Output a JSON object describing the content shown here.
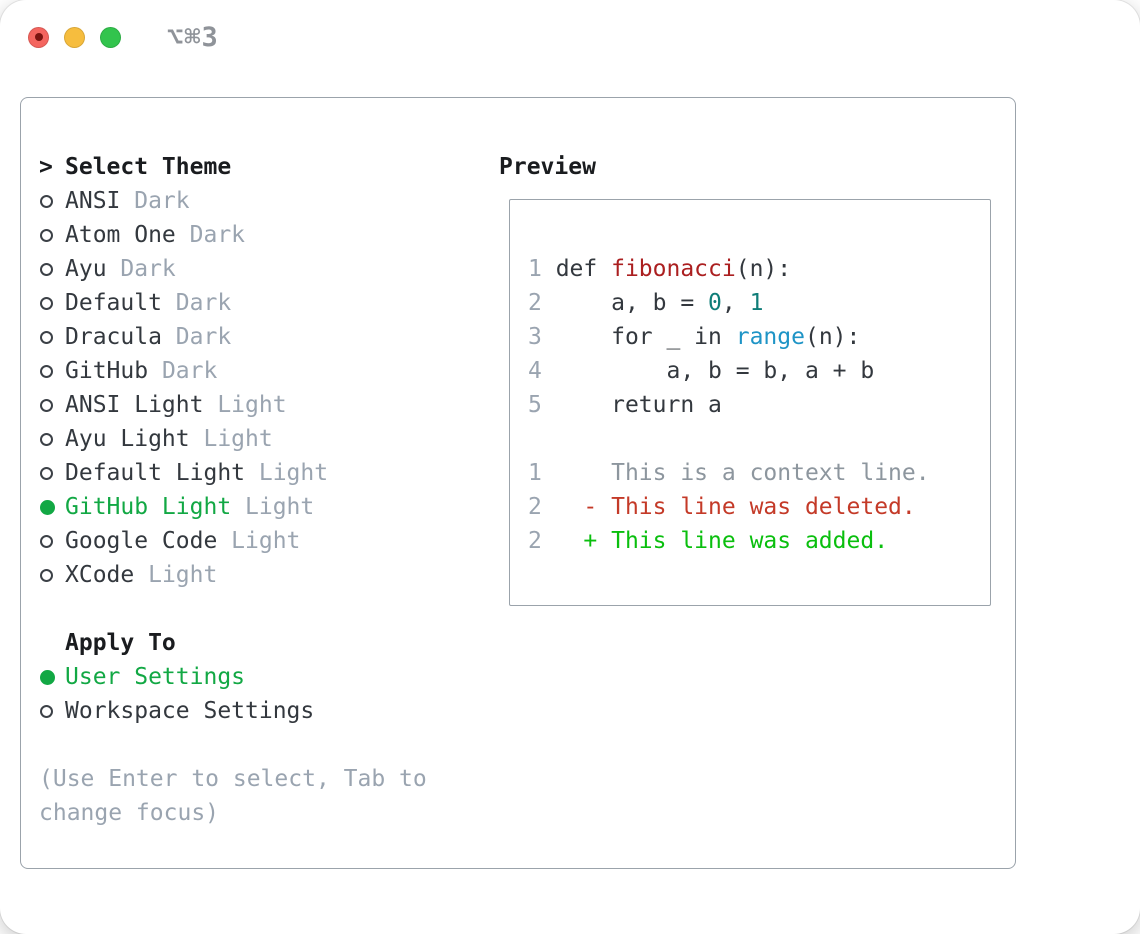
{
  "colors": {
    "accent_green": "#12a844",
    "diff_deleted": "#c43a28",
    "diff_added": "#0abf0e",
    "func_red": "#ab1f20",
    "number_teal": "#0f7d78",
    "builtin_blue": "#1e94c6",
    "muted_gray": "#9aa4b0",
    "context_gray": "#8d969e",
    "text_dark": "#33383e",
    "text_black": "#1a1c1f",
    "border_gray": "#9ba3ab",
    "titlebar_gray": "#8f9399",
    "tl_red": "#f4655f",
    "tl_red_dot": "#7b1410",
    "tl_yellow": "#f6bd3e",
    "tl_green": "#32c44d"
  },
  "window": {
    "shortcut": "⌥⌘3",
    "traffic_lights": [
      "close",
      "minimize",
      "zoom"
    ]
  },
  "theme_panel": {
    "header": {
      "prefix": ">",
      "label": "Select Theme"
    },
    "themes": [
      {
        "name": "ANSI",
        "variant": "Dark",
        "selected": false
      },
      {
        "name": "Atom One",
        "variant": "Dark",
        "selected": false
      },
      {
        "name": "Ayu",
        "variant": "Dark",
        "selected": false
      },
      {
        "name": "Default",
        "variant": "Dark",
        "selected": false
      },
      {
        "name": "Dracula",
        "variant": "Dark",
        "selected": false
      },
      {
        "name": "GitHub",
        "variant": "Dark",
        "selected": false
      },
      {
        "name": "ANSI Light",
        "variant": "Light",
        "selected": false
      },
      {
        "name": "Ayu Light",
        "variant": "Light",
        "selected": false
      },
      {
        "name": "Default Light",
        "variant": "Light",
        "selected": false
      },
      {
        "name": "GitHub Light",
        "variant": "Light",
        "selected": true
      },
      {
        "name": "Google Code",
        "variant": "Light",
        "selected": false
      },
      {
        "name": "XCode",
        "variant": "Light",
        "selected": false
      }
    ],
    "apply_to": {
      "label": "Apply To",
      "options": [
        {
          "name": "User Settings",
          "selected": true
        },
        {
          "name": "Workspace Settings",
          "selected": false
        }
      ]
    },
    "hint_line1": "(Use Enter to select, Tab to",
    "hint_line2": "change focus)"
  },
  "preview": {
    "label": "Preview",
    "code_lines": [
      {
        "num": "1",
        "segments": [
          {
            "t": "def ",
            "c": "default"
          },
          {
            "t": "fibonacci",
            "c": "func"
          },
          {
            "t": "(n):",
            "c": "default"
          }
        ]
      },
      {
        "num": "2",
        "segments": [
          {
            "t": "    a, b = ",
            "c": "default"
          },
          {
            "t": "0",
            "c": "number"
          },
          {
            "t": ", ",
            "c": "default"
          },
          {
            "t": "1",
            "c": "number"
          }
        ]
      },
      {
        "num": "3",
        "segments": [
          {
            "t": "    for _ in ",
            "c": "default"
          },
          {
            "t": "range",
            "c": "builtin"
          },
          {
            "t": "(n):",
            "c": "default"
          }
        ]
      },
      {
        "num": "4",
        "segments": [
          {
            "t": "        a, b = b, a + b",
            "c": "default"
          }
        ]
      },
      {
        "num": "5",
        "segments": [
          {
            "t": "    return a",
            "c": "default"
          }
        ]
      },
      {
        "num": "",
        "segments": []
      },
      {
        "num": "1",
        "segments": [
          {
            "t": "    This is a context line.",
            "c": "context"
          }
        ]
      },
      {
        "num": "2",
        "segments": [
          {
            "t": "  - This line was deleted.",
            "c": "deleted"
          }
        ]
      },
      {
        "num": "2",
        "segments": [
          {
            "t": "  + This line was added.",
            "c": "added"
          }
        ]
      }
    ]
  }
}
